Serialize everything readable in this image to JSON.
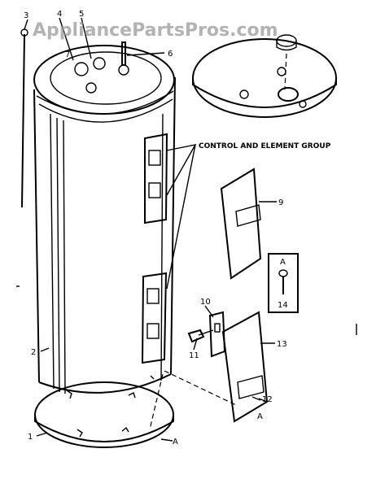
{
  "watermark": "AppliancePartsPros.com",
  "group_label": "CONTROL AND ELEMENT GROUP",
  "callouts": {
    "c1": "1",
    "c2": "2",
    "c3": "3",
    "c4": "4",
    "c5": "5",
    "c6": "6",
    "c7": "7",
    "c9": "9",
    "c10": "10",
    "c11": "11",
    "c12": "12",
    "c13": "13",
    "c14": "14",
    "cA1": "A",
    "cA2": "A",
    "cA3": "A"
  }
}
